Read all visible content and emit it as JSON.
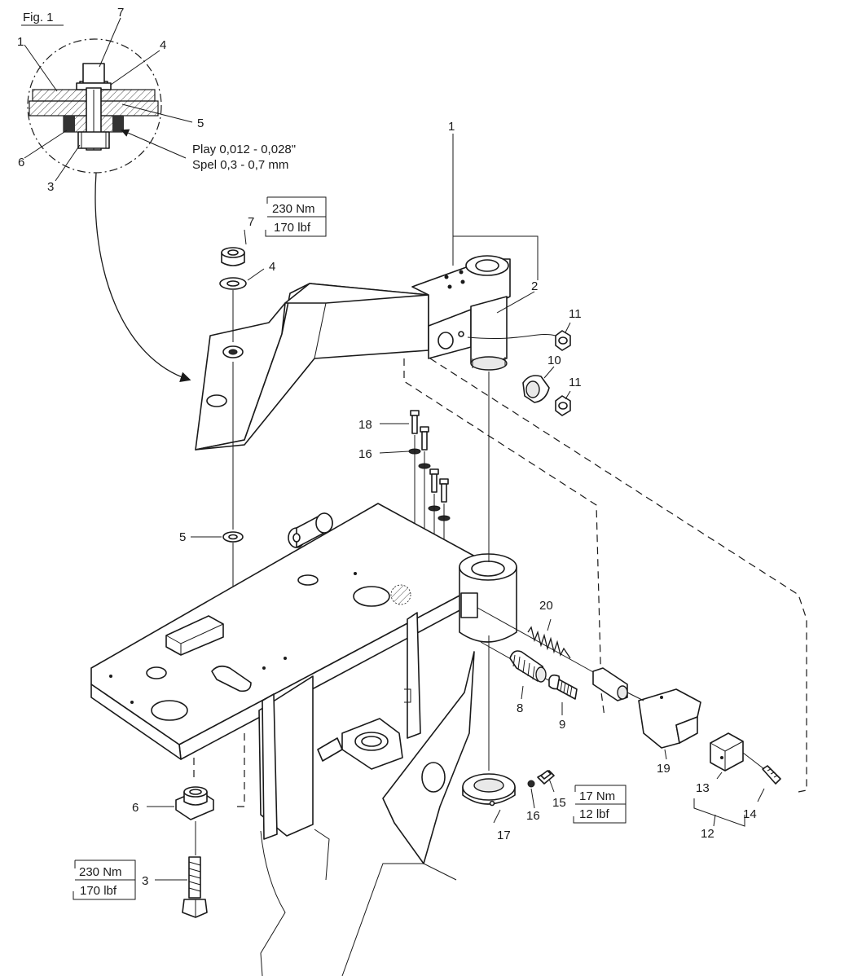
{
  "figure": {
    "title": "Fig. 1",
    "play_label": "Play 0,012 - 0,028\"",
    "spel_label": "Spel 0,3 - 0,7 mm"
  },
  "detail_callouts": [
    "1",
    "7",
    "4",
    "5",
    "6",
    "3"
  ],
  "callouts": {
    "c1": "1",
    "c2": "2",
    "c3": "3",
    "c4": "4",
    "c5": "5",
    "c6": "6",
    "c7": "7",
    "c8": "8",
    "c9": "9",
    "c10": "10",
    "c11a": "11",
    "c11b": "11",
    "c12": "12",
    "c13": "13",
    "c14": "14",
    "c15": "15",
    "c16a": "16",
    "c16b": "16",
    "c17": "17",
    "c18": "18",
    "c19": "19",
    "c20": "20"
  },
  "torque": {
    "top": {
      "nm": "230 Nm",
      "lbf": "170 lbf"
    },
    "bottom": {
      "nm": "230 Nm",
      "lbf": "170 lbf"
    },
    "small": {
      "nm": "17 Nm",
      "lbf": "12 lbf"
    }
  }
}
